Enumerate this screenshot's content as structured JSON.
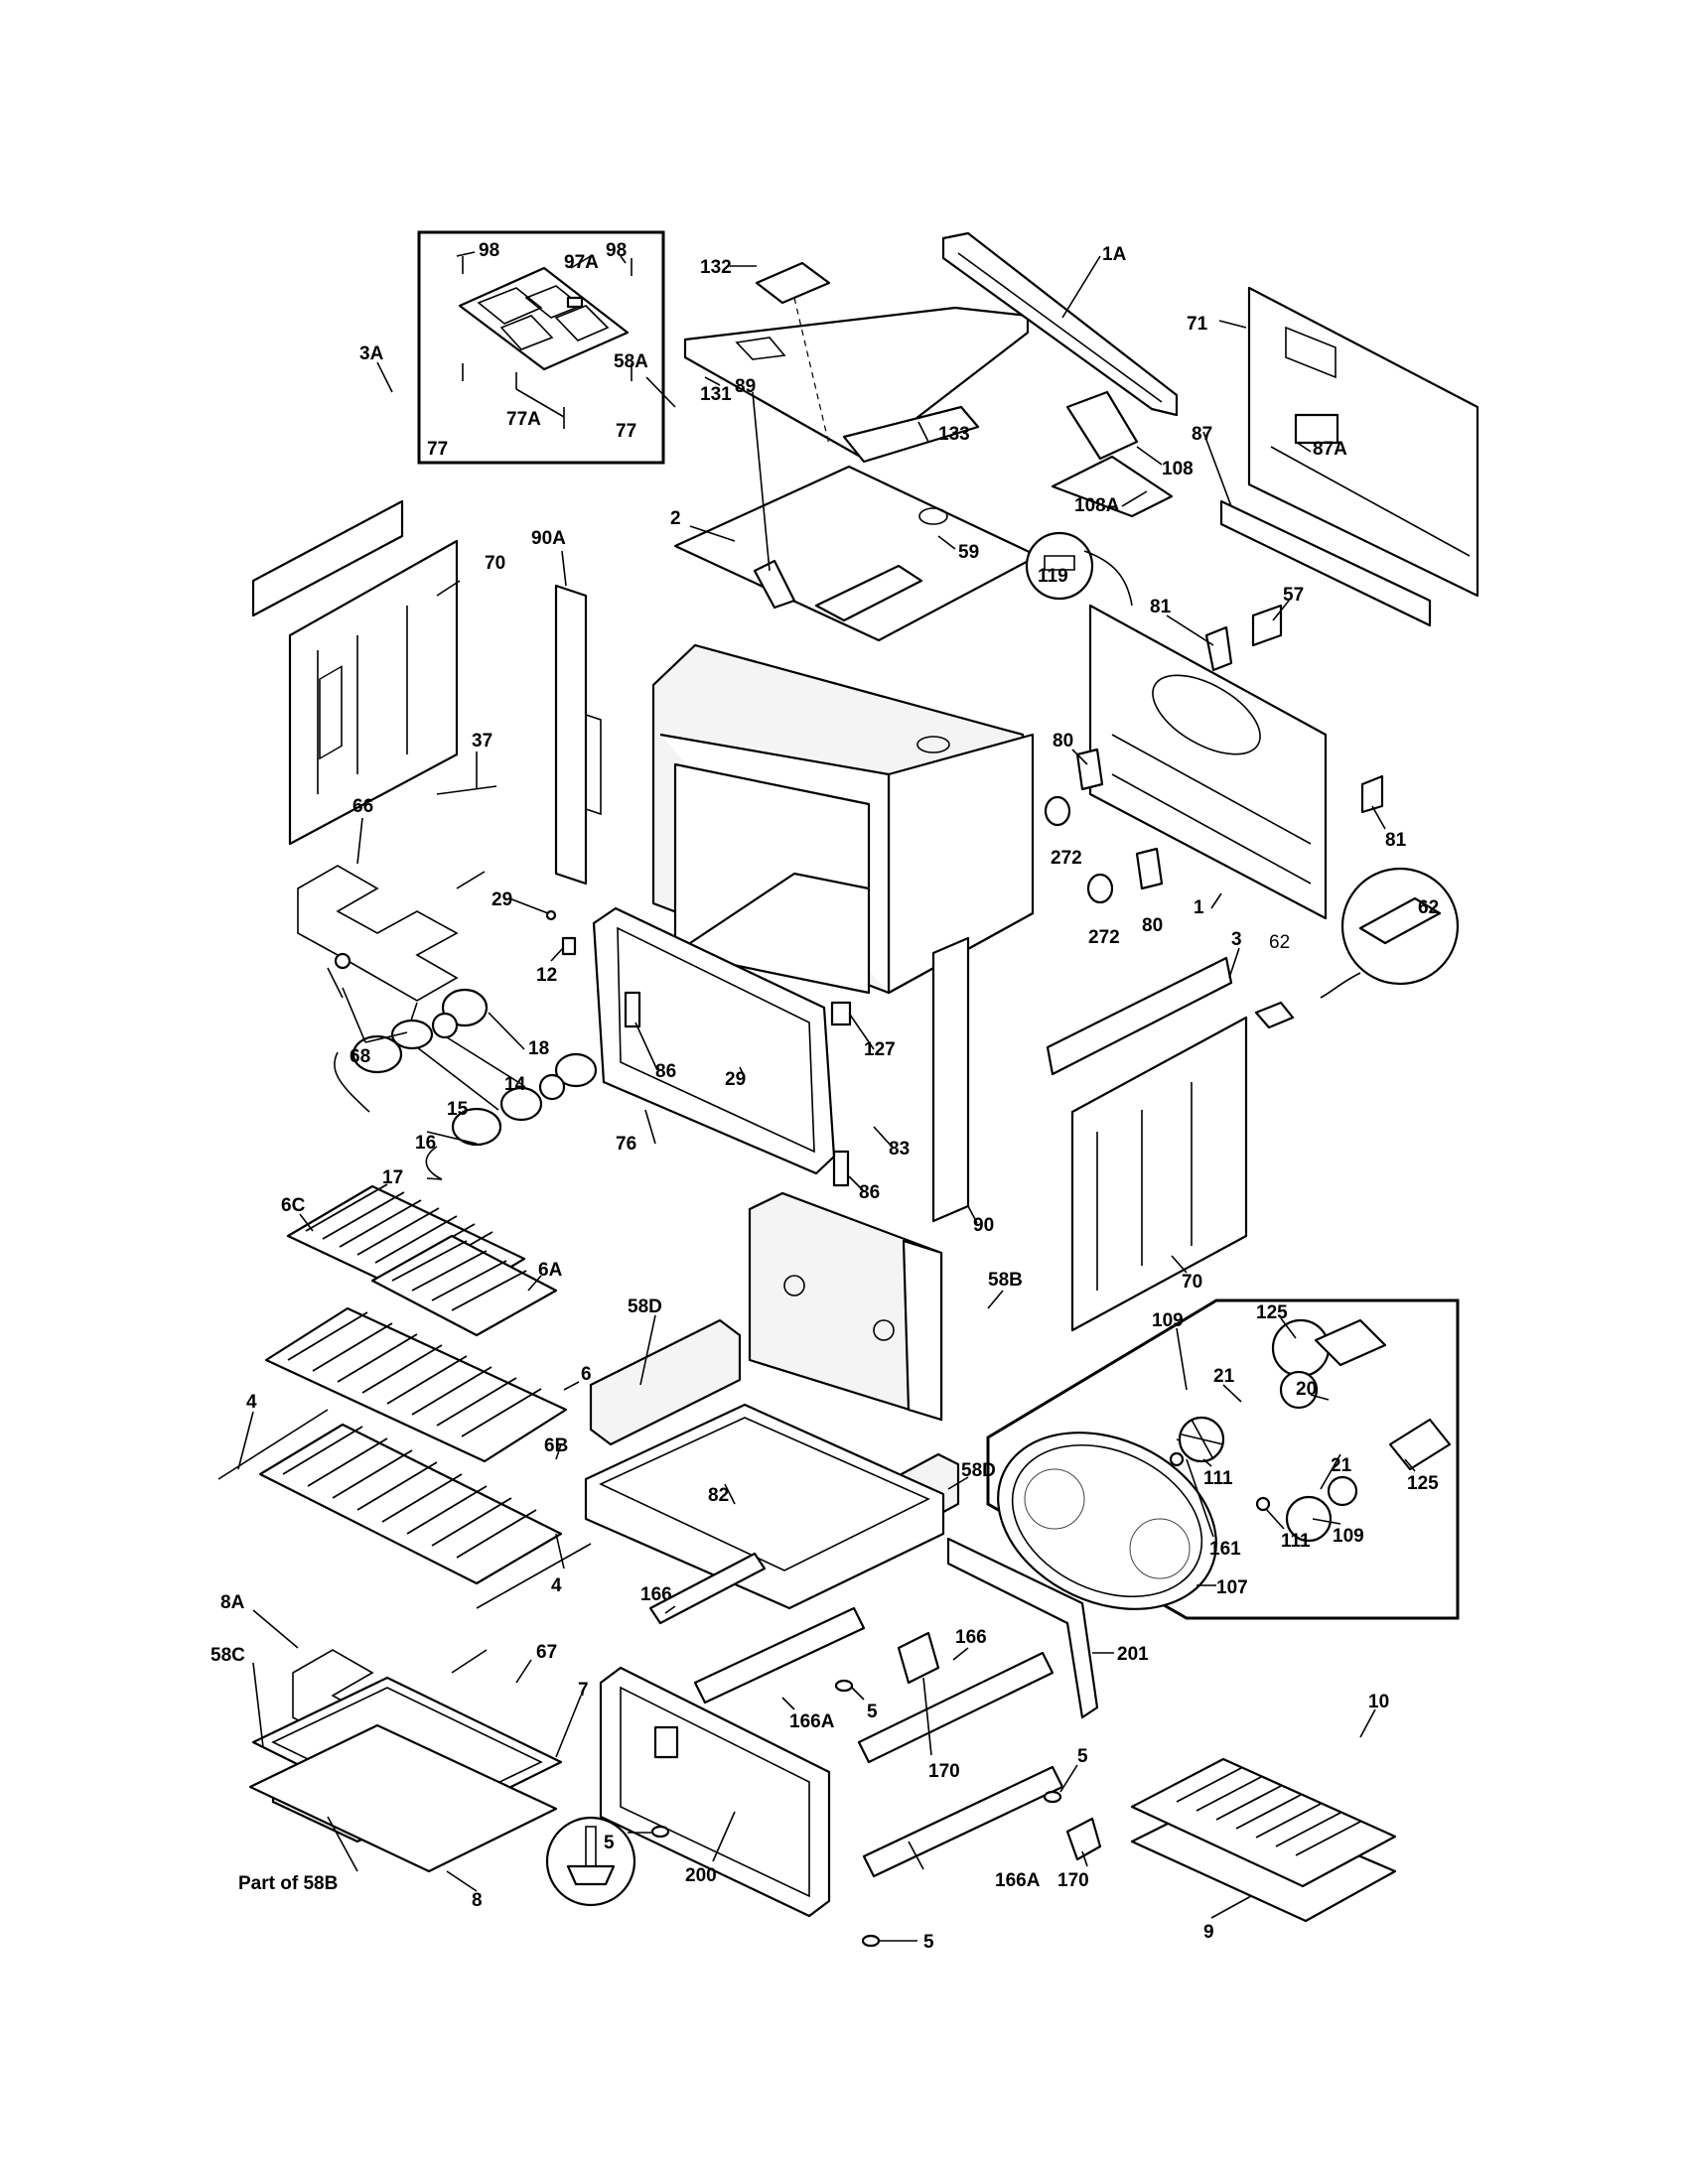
{
  "labels": {
    "98_left": "98",
    "97A": "97A",
    "98_right": "98",
    "77_left": "77",
    "77A": "77A",
    "77_right": "77",
    "132": "132",
    "131": "131",
    "1A": "1A",
    "71": "71",
    "87": "87",
    "87A": "87A",
    "108": "108",
    "108A": "108A",
    "133": "133",
    "89": "89",
    "2": "2",
    "59": "59",
    "119": "119",
    "3A": "3A",
    "70_top": "70",
    "90A": "90A",
    "58A": "58A",
    "81_top": "81",
    "57": "57",
    "80_top": "80",
    "81_right": "81",
    "272_top": "272",
    "272_bottom": "272",
    "80_bottom": "80",
    "1": "1",
    "62_circle": "62",
    "3": "3",
    "62_small": "62",
    "37": "37",
    "66": "66",
    "29_left": "29",
    "12": "12",
    "68": "68",
    "18": "18",
    "14": "14",
    "15": "15",
    "16": "16",
    "17": "17",
    "86_top": "86",
    "29_mid": "29",
    "127": "127",
    "76": "76",
    "83": "83",
    "86_bottom": "86",
    "90": "90",
    "70_right": "70",
    "6C": "6C",
    "6A": "6A",
    "6": "6",
    "4_left": "4",
    "6B": "6B",
    "58D_left": "58D",
    "58B": "58B",
    "58D_right": "58D",
    "82": "82",
    "4_right": "4",
    "125_top": "125",
    "109_top": "109",
    "21_top": "21",
    "20": "20",
    "111_top": "111",
    "21_right": "21",
    "125_right": "125",
    "161": "161",
    "111_bottom": "111",
    "109_bottom": "109",
    "107": "107",
    "8A": "8A",
    "58C": "58C",
    "67": "67",
    "7": "7",
    "166_left": "166",
    "166_right": "166",
    "166A_top": "166A",
    "5_top": "5",
    "170_top": "170",
    "201": "201",
    "5_right": "5",
    "10": "10",
    "5_foot": "5",
    "200": "200",
    "166A_bottom": "166A",
    "170_bottom": "170",
    "5_bottom": "5",
    "9": "9",
    "8": "8",
    "part_of_58B": "Part of 58B"
  }
}
